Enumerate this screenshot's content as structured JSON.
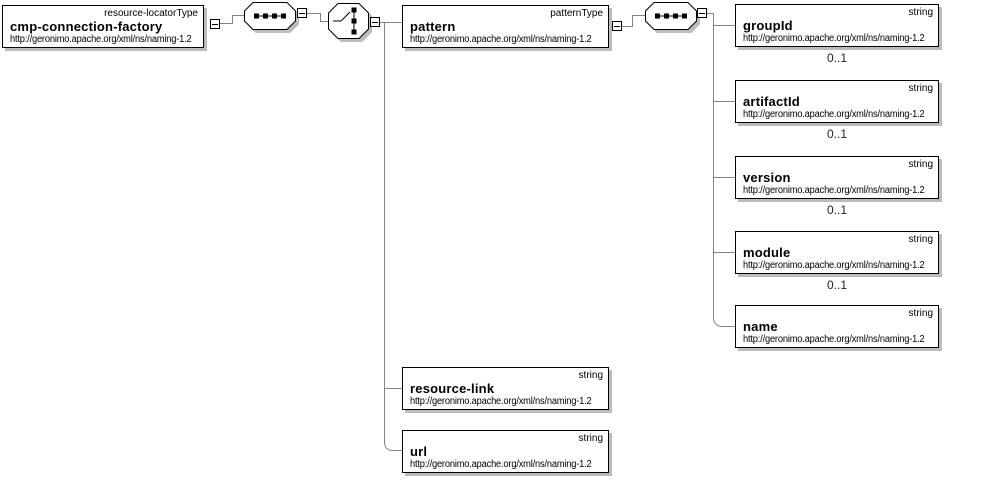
{
  "colors": {
    "background": "#ffffff",
    "box_border": "#000000",
    "connector": "#848484",
    "shadow": "#bcbcbc"
  },
  "icons": {
    "sequence": "sequence-icon",
    "choice": "choice-icon",
    "collapse": "minus-icon"
  },
  "root": {
    "name": "cmp-connection-factory",
    "type": "resource-locatorType",
    "namespace": "http://geronimo.apache.org/xml/ns/naming-1.2"
  },
  "pattern": {
    "name": "pattern",
    "type": "patternType",
    "namespace": "http://geronimo.apache.org/xml/ns/naming-1.2"
  },
  "children": [
    {
      "name": "groupId",
      "type": "string",
      "namespace": "http://geronimo.apache.org/xml/ns/naming-1.2",
      "cardinality": "0..1"
    },
    {
      "name": "artifactId",
      "type": "string",
      "namespace": "http://geronimo.apache.org/xml/ns/naming-1.2",
      "cardinality": "0..1"
    },
    {
      "name": "version",
      "type": "string",
      "namespace": "http://geronimo.apache.org/xml/ns/naming-1.2",
      "cardinality": "0..1"
    },
    {
      "name": "module",
      "type": "string",
      "namespace": "http://geronimo.apache.org/xml/ns/naming-1.2",
      "cardinality": "0..1"
    },
    {
      "name": "name",
      "type": "string",
      "namespace": "http://geronimo.apache.org/xml/ns/naming-1.2",
      "cardinality": ""
    }
  ],
  "siblings": [
    {
      "name": "resource-link",
      "type": "string",
      "namespace": "http://geronimo.apache.org/xml/ns/naming-1.2"
    },
    {
      "name": "url",
      "type": "string",
      "namespace": "http://geronimo.apache.org/xml/ns/naming-1.2"
    }
  ]
}
